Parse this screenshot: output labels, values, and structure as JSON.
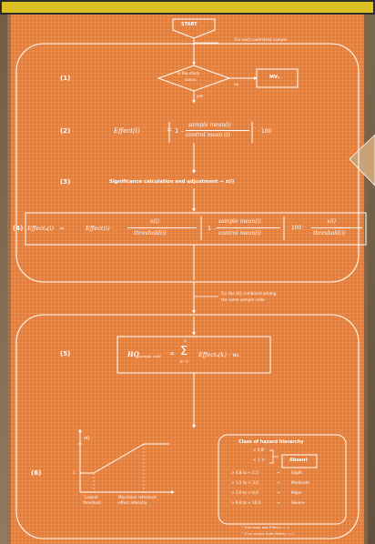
{
  "flow": {
    "start": "START",
    "for_each_submitted_sample": "For each submitted sample",
    "decision": [
      "Is the stock",
      "conso"
    ],
    "yes_label": "yes",
    "no_label": "no",
    "mv_box": "MV₁",
    "for_each_haz": [
      "For the HQ combined among",
      "the same sample code"
    ]
  },
  "steps": {
    "s1": "(1)",
    "s2": "(2)",
    "s3": "(3)",
    "s4": "(4)",
    "s5": "(5)",
    "s6": "(6)"
  },
  "equations": {
    "effect_lhs": "Effect(i)",
    "frac_top": "sample mean(i)",
    "frac_bottom": "control mean (i)",
    "times_100": "· 100",
    "s3_text": "Significance calculation and adjustment → z(i)",
    "s4_lhs": "Effectₐ(i)",
    "s4_eq": "Effect(i) ·",
    "xi": "x(i)",
    "threshold": "threshold(i)",
    "s4_mid_top": "sample mean(i)",
    "s4_mid_bottom": "control mean(i)",
    "s4_100": "· 100 ·",
    "hq_lhs": "HQ",
    "hq_sub": "sample code",
    "hq_sum_top": "n",
    "hq_sum_bot": "k=1",
    "hq_rhs": "Effectₐ(k) · wₖ"
  },
  "graph": {
    "y_top": "HQ",
    "y_mid": "1",
    "x_left": [
      "Lowest",
      "threshold"
    ],
    "x_right": [
      "Maximum reference",
      "effect intensity"
    ]
  },
  "classes": {
    "title": "Class of hazard hierarchy",
    "rows": [
      {
        "range": "< 0.8ᵃ",
        "arrow": "",
        "label": ""
      },
      {
        "range": "< 1.1ᵇ",
        "arrow": "",
        "label": ""
      },
      {
        "range": "> 0.8 to < 1.5",
        "arrow": "→",
        "label": "Slight"
      },
      {
        "range": "> 1.5 to < 3.0",
        "arrow": "→",
        "label": "Moderate"
      },
      {
        "range": "> 3.0 to < 6.0",
        "arrow": "→",
        "label": "Major"
      },
      {
        "range": "> 6.0 to < 10.0",
        "arrow": "→",
        "label": "Severe"
      }
    ],
    "absent_label": "Absent",
    "footnotes": [
      "ᵃ if at least one Effect₍ᵢ₎ = 1",
      "ᵇ if all values from Effect₍ᵢ₎ < 1"
    ]
  }
}
